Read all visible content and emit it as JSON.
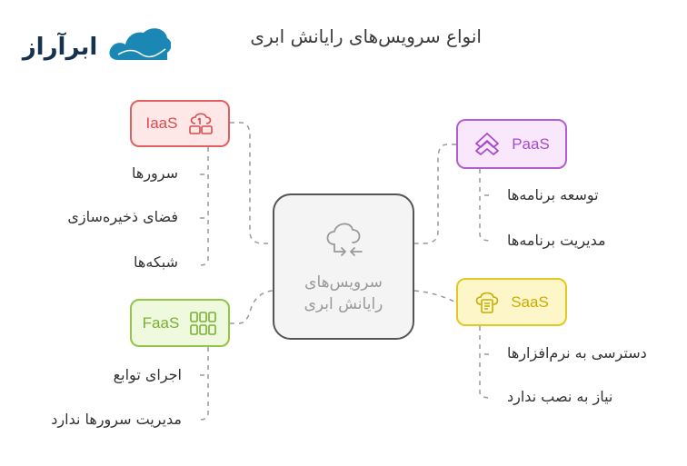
{
  "header": {
    "title": "انواع سرویس‌های رایانش ابری",
    "logo": {
      "text_mark": "ابرآراز",
      "icon": "cloud-logo-icon",
      "brand_color": "#1b87b5",
      "text_color": "#16324f"
    }
  },
  "center": {
    "icon": "cloud-sync-icon",
    "label_line1": "سرویس‌های",
    "label_line2": "رایانش ابری"
  },
  "nodes": {
    "iaas": {
      "label": "IaaS",
      "icon": "cloud-server-icon",
      "color": "#e06060",
      "items": [
        "سرورها",
        "فضای ذخیره‌سازی",
        "شبکه‌ها"
      ]
    },
    "paas": {
      "label": "PaaS",
      "icon": "double-chevron-up-icon",
      "color": "#b45cd6",
      "items": [
        "توسعه برنامه‌ها",
        "مدیریت برنامه‌ها"
      ]
    },
    "saas": {
      "label": "SaaS",
      "icon": "cloud-document-icon",
      "color": "#e2c820",
      "items": [
        "دسترسی به نرم‌افزارها",
        "نیاز به نصب ندارد"
      ]
    },
    "faas": {
      "label": "FaaS",
      "icon": "function-grid-icon",
      "color": "#92c548",
      "items": [
        "اجرای توابع",
        "مدیریت سرورها ندارد"
      ]
    }
  }
}
